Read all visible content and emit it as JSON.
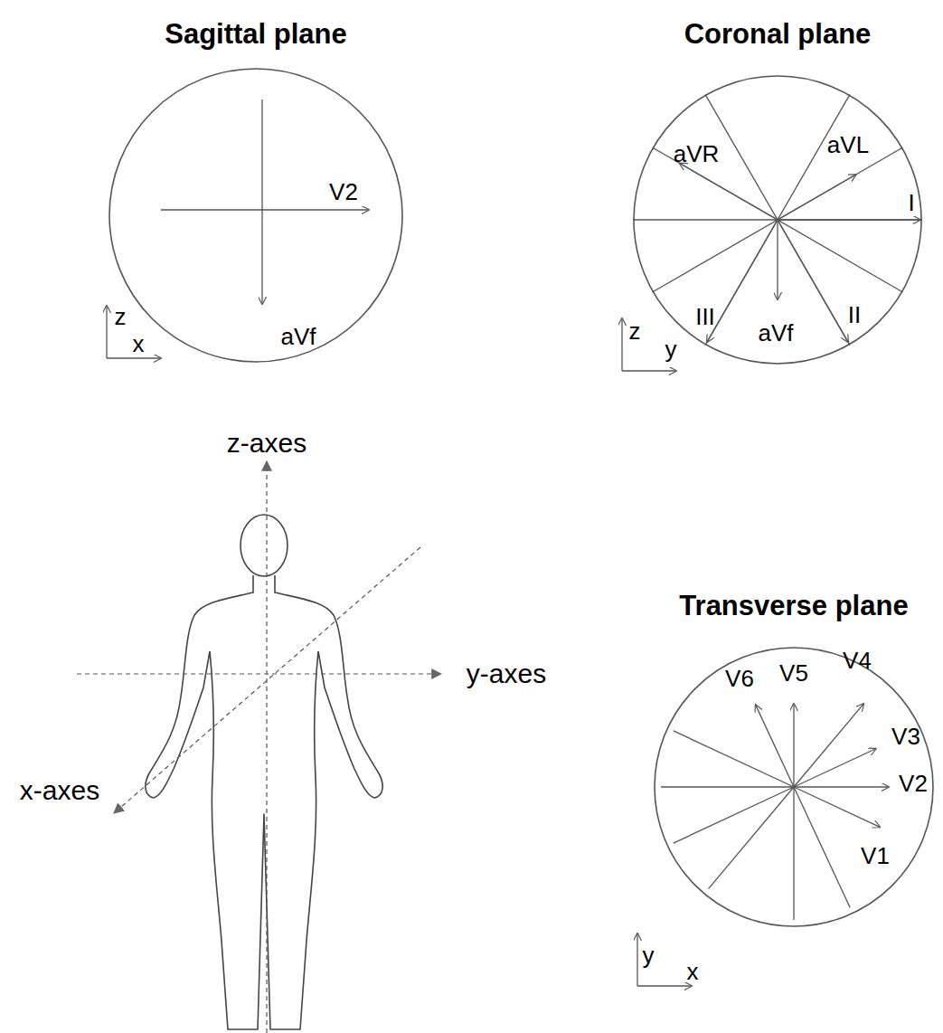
{
  "diagram": {
    "nodes": [
      {
        "text": [
          "Sagittal plane"
        ]
      },
      {
        "text": [
          "Coronal plane"
        ]
      },
      {
        "text": [
          "Transverse plane"
        ]
      }
    ],
    "labels": [
      "V2",
      "aVf",
      "z",
      "x",
      "aVR",
      "aVL",
      "I",
      "III",
      "aVf",
      "II",
      "z",
      "y",
      "z-axes",
      "y-axes",
      "x-axes",
      "V6",
      "V5",
      "V4",
      "V3",
      "V2",
      "V1",
      "y",
      "x"
    ]
  }
}
